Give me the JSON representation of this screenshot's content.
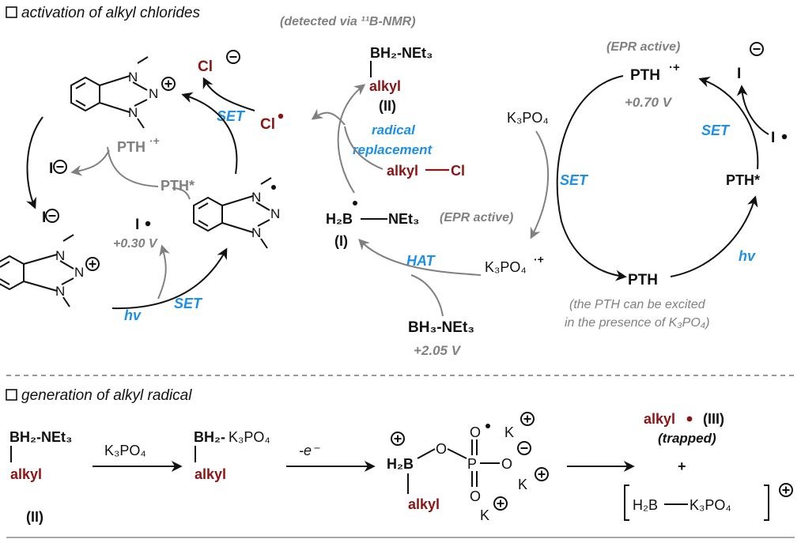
{
  "colors": {
    "text": "#111111",
    "dark_red": "#8b1414",
    "blue": "#1e8fe6",
    "gray": "#808080"
  },
  "icons": {
    "checkbox": "square-outline-icon",
    "plus_charge": "circled-plus-icon",
    "minus_charge": "circled-minus-icon",
    "radical": "radical-dot-icon"
  },
  "top": {
    "heading": "activation of alkyl chlorides",
    "nmr_note": "(detected via ¹¹B-NMR)",
    "cl_minus": "Cl",
    "cl_radical": "Cl",
    "set_1": "SET",
    "pth_rc_left": "PTH",
    "pth_rc_sup": "·+",
    "pth_star_left": "PTH*",
    "i_minus_1": "I",
    "i_minus_2": "I",
    "i_radical_left": "I",
    "potential_i": "+0.30 V",
    "hv_left": "hv",
    "set_2": "SET",
    "bh2_net3": "BH₂-NEt₃",
    "alkyl_ii": "alkyl",
    "label_ii": "(II)",
    "radical_replacement_1": "radical",
    "radical_replacement_2": "replacement",
    "alkyl_cl_a": "alkyl",
    "alkyl_cl_b": "Cl",
    "boryl_h2b": "H₂B",
    "boryl_net3": "NEt₃",
    "label_i": "(I)",
    "epr_mid": "(EPR active)",
    "hat": "HAT",
    "bh3_net3": "BH₃-NEt₃",
    "potential_bh3": "+2.05 V",
    "k3po4_top": "K₃PO₄",
    "set_mid": "SET",
    "k3po4_rc": "K₃PO₄",
    "k3po4_rc_sup": "·+",
    "epr_right": "(EPR active)",
    "pth_rc_right": "PTH",
    "pth_rc_right_sup": "·+",
    "potential_pth": "+0.70 V",
    "i_minus_right": "I",
    "set_right": "SET",
    "i_radical_right": "I",
    "pth_star_right": "PTH*",
    "hv_right": "hv",
    "pth_ground": "PTH",
    "pth_note_1": "(the PTH can be excited",
    "pth_note_2": "in the presence of K₃PO₄)",
    "n": "N"
  },
  "bottom": {
    "heading": "generation of alkyl radical",
    "bh2_net3": "BH₂-NEt₃",
    "alkyl_1": "alkyl",
    "label_ii": "(II)",
    "k3po4_reagent": "K₃PO₄",
    "bh2_a": "BH₂-",
    "bh2_b": "K₃PO₄",
    "alkyl_2": "alkyl",
    "minus_e": "-e⁻",
    "h2b": "H₂B",
    "o1": "O",
    "p": "P",
    "o2": "O",
    "o3": "O",
    "o4": "O",
    "k_a": "K",
    "k_b": "K",
    "k_c": "K",
    "alkyl_3": "alkyl",
    "alkyl_radical": "alkyl",
    "label_iii": "(III)",
    "trapped": "(trapped)",
    "plus": "+",
    "adduct_a": "H₂B",
    "adduct_b": "K₃PO₄"
  }
}
